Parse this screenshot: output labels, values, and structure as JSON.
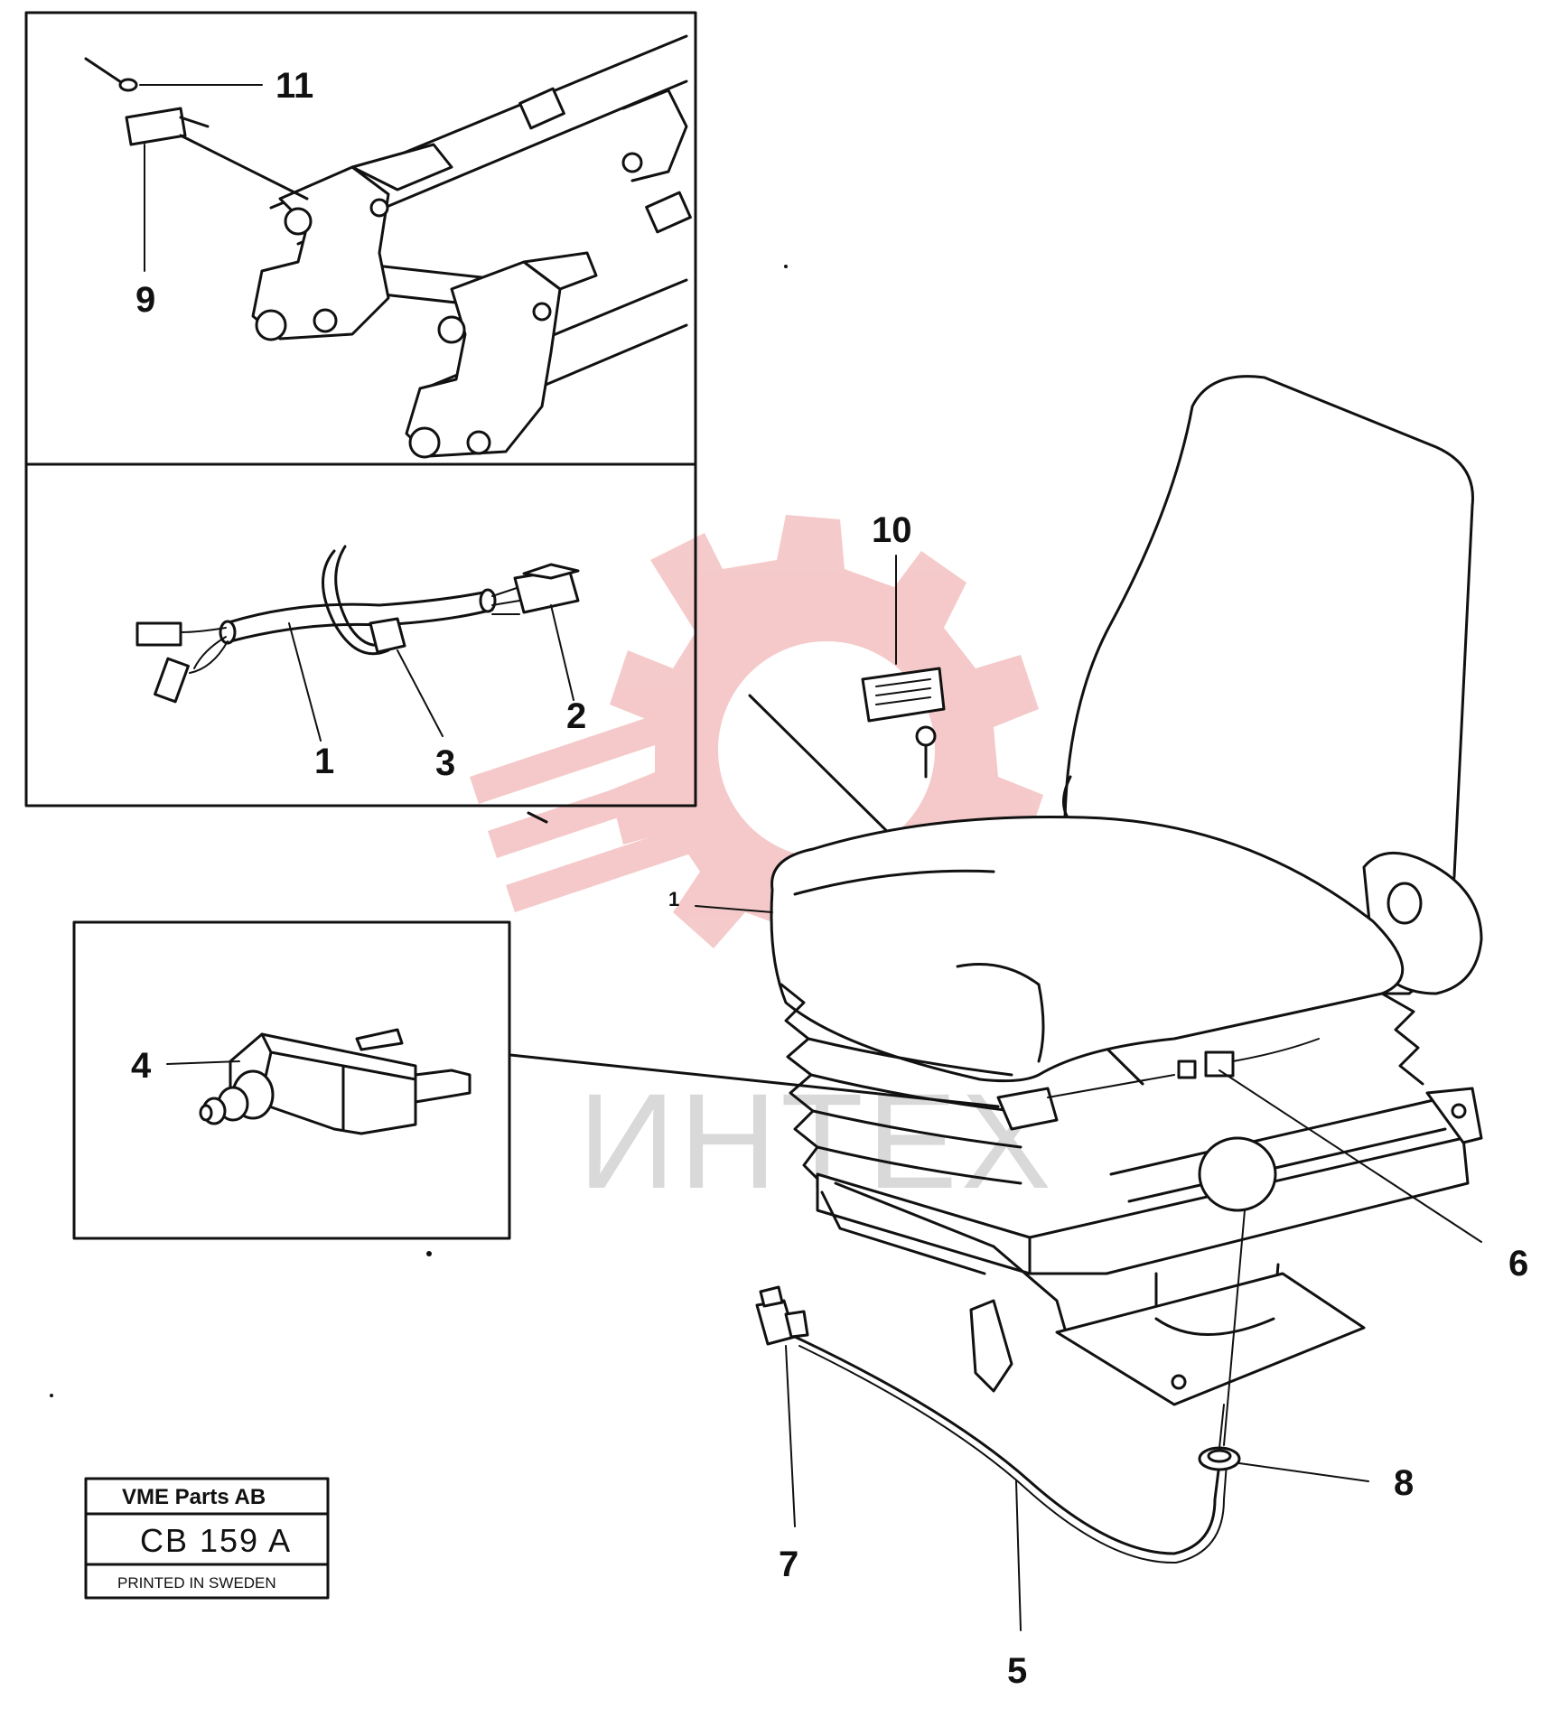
{
  "callouts": {
    "c1": "1",
    "c1_seat": "1",
    "c2": "2",
    "c3": "3",
    "c4": "4",
    "c5": "5",
    "c6": "6",
    "c7": "7",
    "c8": "8",
    "c9": "9",
    "c10": "10",
    "c11": "11"
  },
  "watermark": {
    "text": "ИНТЕХ",
    "color": "#f2b8b8"
  },
  "title_block": {
    "company": "VME Parts AB",
    "code": "CB 159 A",
    "printed": "PRINTED IN SWEDEN"
  }
}
